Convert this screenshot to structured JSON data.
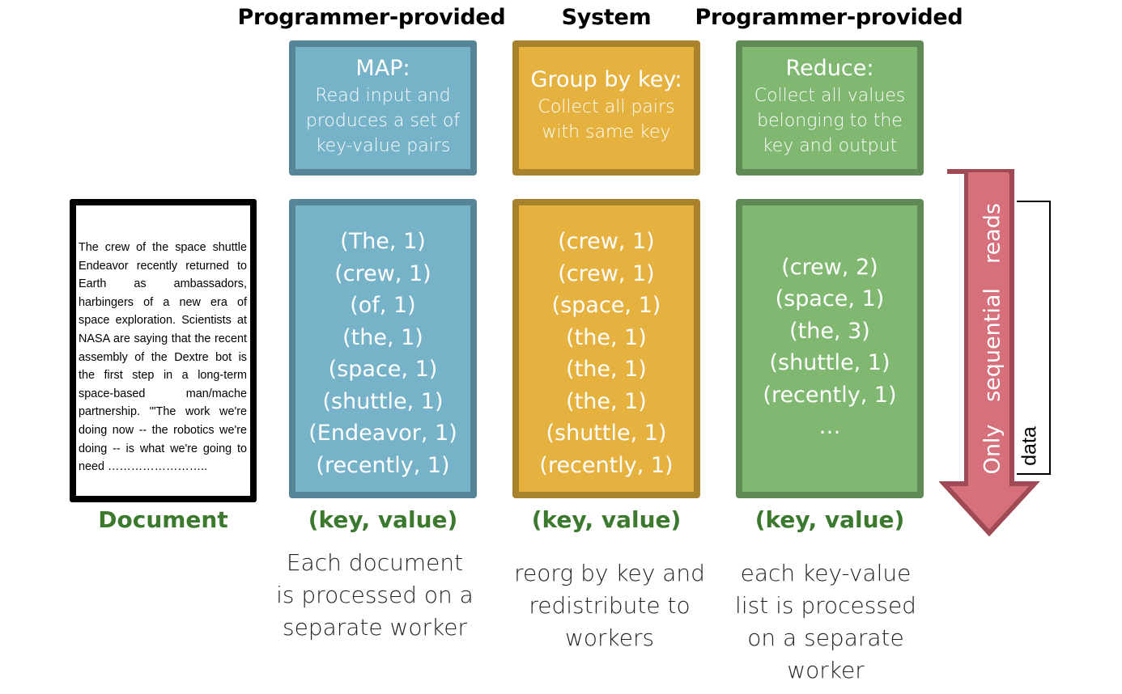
{
  "headers": {
    "map": "Programmer-provided",
    "group": "System",
    "reduce": "Programmer-provided"
  },
  "map_box": {
    "title": "MAP:",
    "desc": [
      "Read input and",
      "produces a set of",
      "key-value pairs"
    ]
  },
  "group_box": {
    "title": "Group by key:",
    "desc": [
      "Collect all pairs",
      "with same key"
    ]
  },
  "reduce_box": {
    "title": "Reduce:",
    "desc": [
      "Collect all values",
      "belonging to the",
      "key and output"
    ]
  },
  "document": {
    "text": "The crew of the space shuttle Endeavor recently returned to Earth as ambassadors, harbingers of a new era of space exploration. Scientists at NASA are saying that the recent assembly of the Dextre bot is the first step in a long-term space-based man/mache partnership. '\"The work we're doing now -- the robotics we're doing -- is what we're going to need ……………………..",
    "label": "Document"
  },
  "map_pairs": [
    "(The, 1)",
    "(crew, 1)",
    "(of, 1)",
    "(the, 1)",
    "(space, 1)",
    "(shuttle, 1)",
    "(Endeavor, 1)",
    "(recently, 1)"
  ],
  "group_pairs": [
    "(crew, 1)",
    "(crew, 1)",
    "(space, 1)",
    "(the, 1)",
    "(the, 1)",
    "(the, 1)",
    "(shuttle, 1)",
    "(recently, 1)"
  ],
  "reduce_pairs": [
    "(crew, 2)",
    "(space, 1)",
    "(the, 3)",
    "(shuttle, 1)",
    "(recently, 1)",
    "…"
  ],
  "labels": {
    "map": "(key, value)",
    "group": "(key, value)",
    "reduce": "(key, value)"
  },
  "captions": {
    "map": [
      "Each document",
      "is processed on a",
      "separate worker"
    ],
    "group": [
      "reorg by key and",
      "redistribute to",
      "workers"
    ],
    "reduce": [
      "each key-value",
      "list is processed",
      "on a separate",
      "worker"
    ]
  },
  "arrow": {
    "words": [
      "Only",
      "sequential",
      "reads"
    ],
    "bracket_label": "data"
  },
  "colors": {
    "blue": "#76b2c8",
    "yellow": "#e5b13f",
    "green": "#80b872",
    "arrow": "#d6717c",
    "label_green": "#3b7a2e"
  }
}
